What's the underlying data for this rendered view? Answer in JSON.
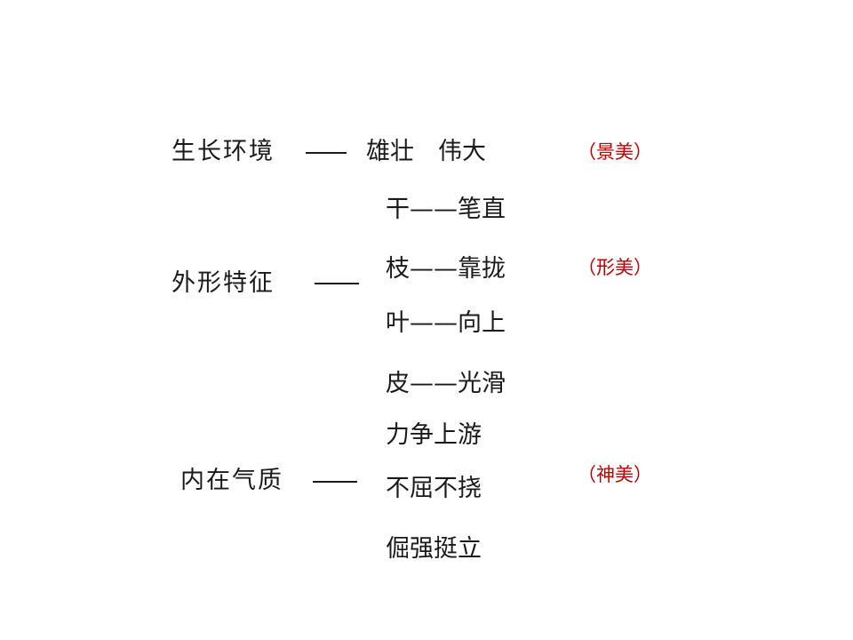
{
  "slide": {
    "background_color": "#ffffff",
    "text_color": "#1a1a1a",
    "accent_color": "#c00000",
    "aspects": [
      {
        "label": "生长环境"
      },
      {
        "label": "外形特征"
      },
      {
        "label": "内在气质"
      }
    ],
    "details": [
      {
        "text": "雄壮　伟大"
      },
      {
        "text": "干——笔直"
      },
      {
        "text": "枝——靠拢"
      },
      {
        "text": "叶——向上"
      },
      {
        "text": "皮——光滑"
      },
      {
        "text": "力争上游"
      },
      {
        "text": "不屈不挠"
      },
      {
        "text": "倔强挺立"
      }
    ],
    "beauties": [
      {
        "text": "（景美）"
      },
      {
        "text": "（形美）"
      },
      {
        "text": "（神美）"
      }
    ]
  }
}
